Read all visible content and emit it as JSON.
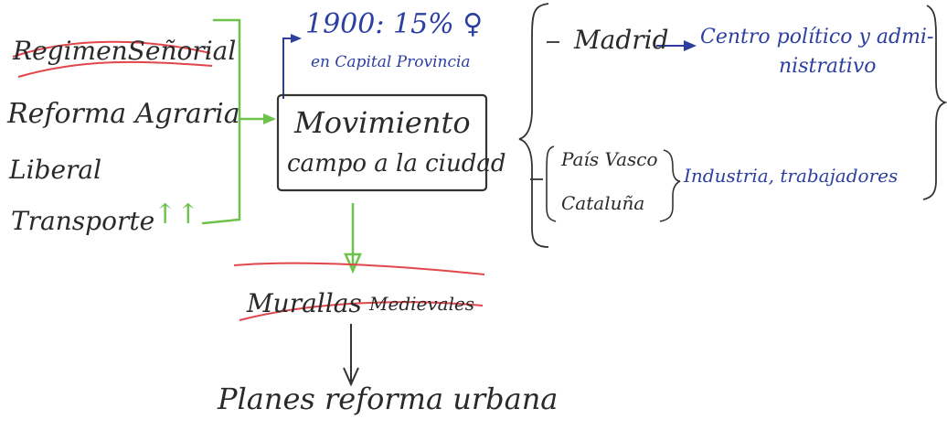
{
  "left_causes": {
    "item1": "RegimenSeñorial",
    "item2": "Reforma Agraria",
    "item3": "Liberal",
    "item4": "Transporte",
    "item4_arrows": "↑↑"
  },
  "note": {
    "line1": "1900: 15% ♀",
    "line2": "en Capital Provincia"
  },
  "center_box": {
    "line1": "Movimiento",
    "line2": "campo a la ciudad"
  },
  "below": {
    "murallas": "Murallas",
    "medievales": "Medievales",
    "planes": "Planes reforma urbana"
  },
  "right": {
    "madrid": "Madrid",
    "madrid_desc_1": "Centro político y admi-",
    "madrid_desc_2": "nistrativo",
    "pais_vasco": "País Vasco",
    "cataluna": "Cataluña",
    "industry": "Industria, trabajadores"
  },
  "colors": {
    "ink": "#2a2a2a",
    "blue_ink": "#2c3fa0",
    "green_ink": "#6cc24a",
    "red_ink": "#e0474c"
  }
}
